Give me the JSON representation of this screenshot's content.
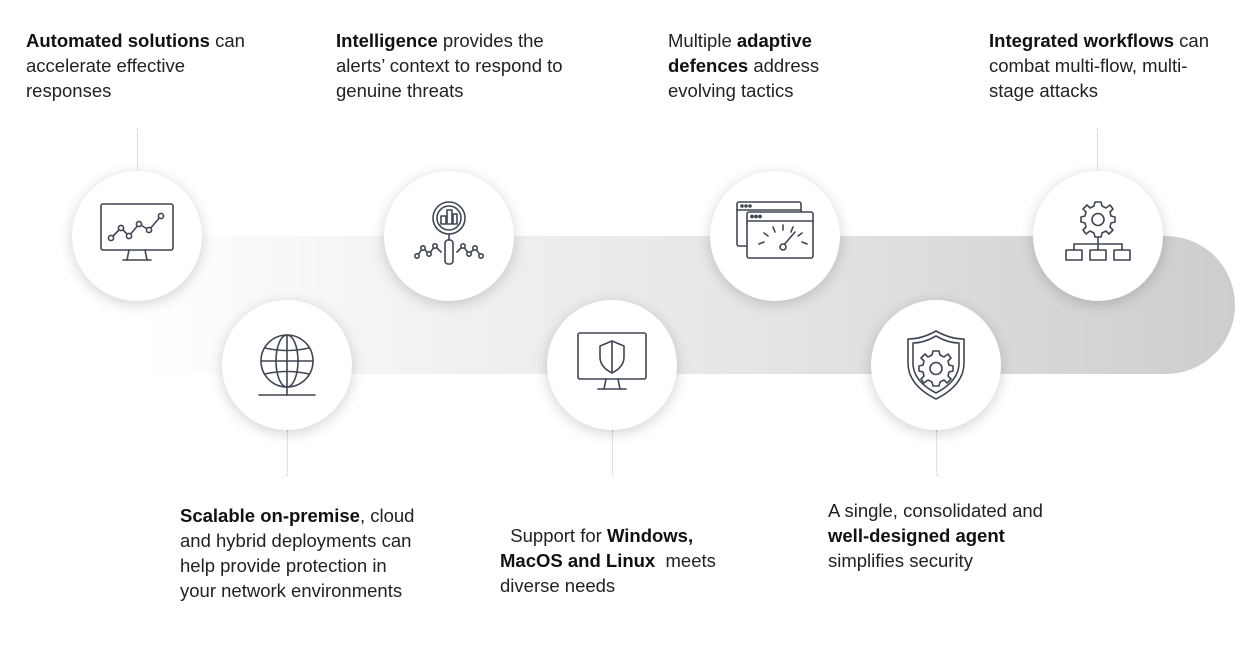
{
  "colors": {
    "icon_stroke": "#3f4654",
    "band_start": "#ffffff",
    "band_end": "#cdcdcd",
    "text": "#222222"
  },
  "items": [
    {
      "id": "automated",
      "icon": "monitor-chart-icon",
      "lead": "",
      "bold": "Automated solutions",
      "tail": " can accelerate effective responses"
    },
    {
      "id": "scalable",
      "icon": "globe-icon",
      "lead": "",
      "bold": "Scalable on-premise",
      "tail": ", cloud and hybrid deployments can help provide protection in your network environments"
    },
    {
      "id": "intelligence",
      "icon": "magnifier-analytics-icon",
      "lead": "",
      "bold": "Intelligence",
      "tail": " provides the alerts’ context to respond to genuine threats"
    },
    {
      "id": "support",
      "icon": "monitor-shield-icon",
      "lead": "Support for ",
      "bold": "Windows, MacOS and Linux",
      "tail": "  meets diverse needs"
    },
    {
      "id": "adaptive",
      "icon": "browser-gauge-icon",
      "lead": "Multiple ",
      "bold": "adaptive defences",
      "tail": " address evolving tactics"
    },
    {
      "id": "agent",
      "icon": "shield-gear-icon",
      "lead": "A single, consolidated and ",
      "bold": "well-designed agent",
      "tail": " simplifies security"
    },
    {
      "id": "integrated",
      "icon": "gear-hierarchy-icon",
      "lead": "",
      "bold": "Integrated workflows",
      "tail": " can combat multi-flow, multi-stage attacks"
    }
  ]
}
